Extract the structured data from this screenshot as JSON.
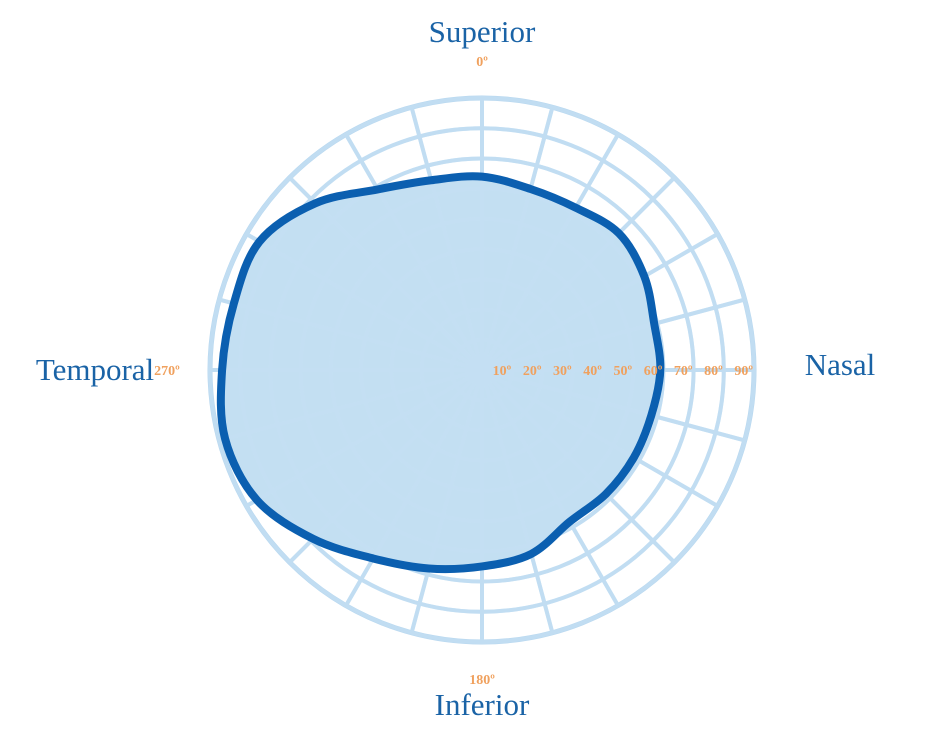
{
  "chart_data": {
    "type": "polar-area",
    "directions": {
      "top": "Superior",
      "bottom": "Inferior",
      "left": "Temporal",
      "right": "Nasal"
    },
    "angle_labels": [
      {
        "angle": 0,
        "text": "0º"
      },
      {
        "angle": 180,
        "text": "180º"
      },
      {
        "angle": 270,
        "text": "270º"
      }
    ],
    "radial_ticks": [
      {
        "value": 10,
        "text": "10º"
      },
      {
        "value": 20,
        "text": "20º"
      },
      {
        "value": 30,
        "text": "30º"
      },
      {
        "value": 40,
        "text": "40º"
      },
      {
        "value": 50,
        "text": "50º"
      },
      {
        "value": 60,
        "text": "60º"
      },
      {
        "value": 70,
        "text": "70º"
      },
      {
        "value": 80,
        "text": "80º"
      },
      {
        "value": 90,
        "text": "90º"
      }
    ],
    "rlim": [
      0,
      90
    ],
    "angular_gridlines_step_deg": 15,
    "series": [
      {
        "points": [
          {
            "angle": 0,
            "r": 64
          },
          {
            "angle": 15,
            "r": 62
          },
          {
            "angle": 30,
            "r": 62
          },
          {
            "angle": 45,
            "r": 64
          },
          {
            "angle": 60,
            "r": 62
          },
          {
            "angle": 75,
            "r": 59
          },
          {
            "angle": 90,
            "r": 59
          },
          {
            "angle": 105,
            "r": 58
          },
          {
            "angle": 120,
            "r": 58
          },
          {
            "angle": 135,
            "r": 58
          },
          {
            "angle": 150,
            "r": 58
          },
          {
            "angle": 165,
            "r": 63
          },
          {
            "angle": 180,
            "r": 65
          },
          {
            "angle": 195,
            "r": 68
          },
          {
            "angle": 210,
            "r": 72
          },
          {
            "angle": 225,
            "r": 79
          },
          {
            "angle": 240,
            "r": 86
          },
          {
            "angle": 255,
            "r": 88
          },
          {
            "angle": 270,
            "r": 86
          },
          {
            "angle": 285,
            "r": 85
          },
          {
            "angle": 300,
            "r": 85
          },
          {
            "angle": 315,
            "r": 78
          },
          {
            "angle": 330,
            "r": 69
          },
          {
            "angle": 345,
            "r": 65
          }
        ]
      }
    ],
    "colors": {
      "grid": "#b7d7ef",
      "fill": "#bcdcf1",
      "stroke": "#0b5fb0",
      "tick_text": "#f0a15e",
      "direction_text": "#1a63a6"
    }
  }
}
